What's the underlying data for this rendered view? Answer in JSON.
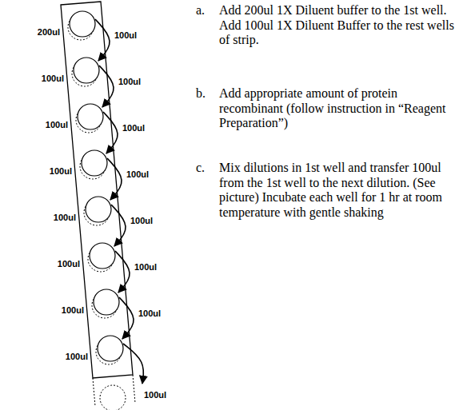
{
  "diagram": {
    "labels": [
      "200ul",
      "100ul",
      "100ul",
      "100ul",
      "100ul",
      "100ul",
      "100ul",
      "100ul",
      "100ul",
      "100ul",
      "100ul",
      "100ul",
      "100ul",
      "100ul",
      "100ul",
      "100ul",
      "a.",
      "Add 200ul 1X Diluent buffer to the 1st well. Add 100ul 1X Diluent Buffer to the rest wells of strip.",
      "b.",
      "Add appropriate amount of protein recombinant (follow instruction in “Reagent Preparation”)",
      "c.",
      "Mix dilutions in 1st well and transfer 100ul from the 1st well to the next dilution. (See picture) Incubate each well for 1 hr at room temperature with gentle shaking"
    ]
  }
}
